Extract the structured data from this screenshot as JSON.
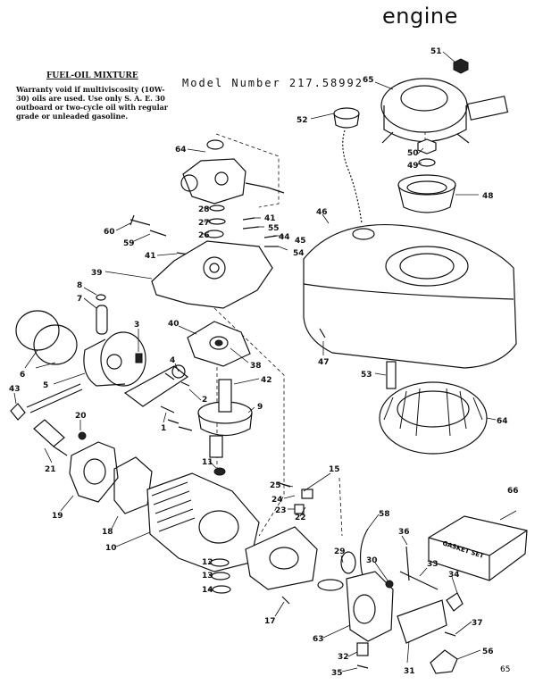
{
  "title": "engine",
  "model_label": "Model Number 217.58992",
  "fuel_mix": {
    "heading": "FUEL-OIL MIXTURE",
    "body": "Warranty void if multiviscosity (10W-30) oils are used. Use only S. A. E. 30 outboard or two-cycle oil with regular grade or unleaded gasoline."
  },
  "gasket_set_label": "GASKET SET",
  "page_number": "65",
  "callouts": [
    {
      "id": "51",
      "text": "51"
    },
    {
      "id": "65",
      "text": "65"
    },
    {
      "id": "52",
      "text": "52"
    },
    {
      "id": "50",
      "text": "50"
    },
    {
      "id": "49",
      "text": "49"
    },
    {
      "id": "48",
      "text": "48"
    },
    {
      "id": "46",
      "text": "46"
    },
    {
      "id": "64a",
      "text": "64"
    },
    {
      "id": "28",
      "text": "28"
    },
    {
      "id": "27",
      "text": "27"
    },
    {
      "id": "26",
      "text": "26"
    },
    {
      "id": "41a",
      "text": "41"
    },
    {
      "id": "55",
      "text": "55"
    },
    {
      "id": "44",
      "text": "44"
    },
    {
      "id": "45",
      "text": "45"
    },
    {
      "id": "54",
      "text": "54"
    },
    {
      "id": "60",
      "text": "60"
    },
    {
      "id": "59",
      "text": "59"
    },
    {
      "id": "41b",
      "text": "41"
    },
    {
      "id": "39",
      "text": "39"
    },
    {
      "id": "8",
      "text": "8"
    },
    {
      "id": "7",
      "text": "7"
    },
    {
      "id": "3",
      "text": "3"
    },
    {
      "id": "40",
      "text": "40"
    },
    {
      "id": "47",
      "text": "47"
    },
    {
      "id": "6",
      "text": "6"
    },
    {
      "id": "38",
      "text": "38"
    },
    {
      "id": "53",
      "text": "53"
    },
    {
      "id": "5",
      "text": "5"
    },
    {
      "id": "4",
      "text": "4"
    },
    {
      "id": "42",
      "text": "42"
    },
    {
      "id": "43",
      "text": "43"
    },
    {
      "id": "2",
      "text": "2"
    },
    {
      "id": "9",
      "text": "9"
    },
    {
      "id": "1",
      "text": "1"
    },
    {
      "id": "64b",
      "text": "64"
    },
    {
      "id": "20",
      "text": "20"
    },
    {
      "id": "21",
      "text": "21"
    },
    {
      "id": "11",
      "text": "11"
    },
    {
      "id": "15",
      "text": "15"
    },
    {
      "id": "25",
      "text": "25"
    },
    {
      "id": "24",
      "text": "24"
    },
    {
      "id": "23",
      "text": "23"
    },
    {
      "id": "22",
      "text": "22"
    },
    {
      "id": "19",
      "text": "19"
    },
    {
      "id": "66",
      "text": "66"
    },
    {
      "id": "18",
      "text": "18"
    },
    {
      "id": "58",
      "text": "58"
    },
    {
      "id": "10",
      "text": "10"
    },
    {
      "id": "36",
      "text": "36"
    },
    {
      "id": "12",
      "text": "12"
    },
    {
      "id": "29",
      "text": "29"
    },
    {
      "id": "30",
      "text": "30"
    },
    {
      "id": "33",
      "text": "33"
    },
    {
      "id": "13",
      "text": "13"
    },
    {
      "id": "34",
      "text": "34"
    },
    {
      "id": "14",
      "text": "14"
    },
    {
      "id": "17",
      "text": "17"
    },
    {
      "id": "37",
      "text": "37"
    },
    {
      "id": "63",
      "text": "63"
    },
    {
      "id": "32",
      "text": "32"
    },
    {
      "id": "56",
      "text": "56"
    },
    {
      "id": "35",
      "text": "35"
    },
    {
      "id": "31",
      "text": "31"
    }
  ]
}
